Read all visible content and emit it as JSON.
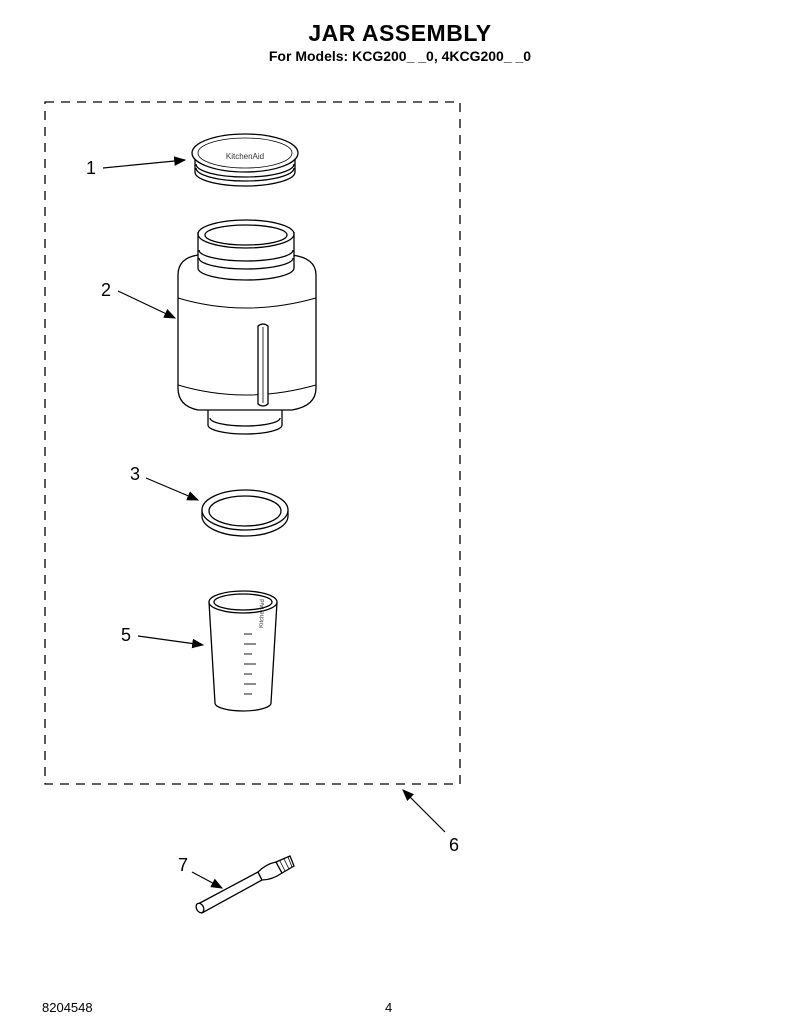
{
  "header": {
    "title": "JAR ASSEMBLY",
    "subtitle": "For Models: KCG200_ _0, 4KCG200_ _0"
  },
  "parts": [
    {
      "number": "1",
      "name": "lid"
    },
    {
      "number": "2",
      "name": "jar"
    },
    {
      "number": "3",
      "name": "gasket-ring"
    },
    {
      "number": "5",
      "name": "measuring-cup"
    },
    {
      "number": "6",
      "name": "jar-assembly-kit"
    },
    {
      "number": "7",
      "name": "cleaning-brush"
    }
  ],
  "lid_text": "KitchenAid",
  "cup_text": "KitchenAid",
  "footer": {
    "doc_number": "8204548",
    "page_number": "4"
  }
}
